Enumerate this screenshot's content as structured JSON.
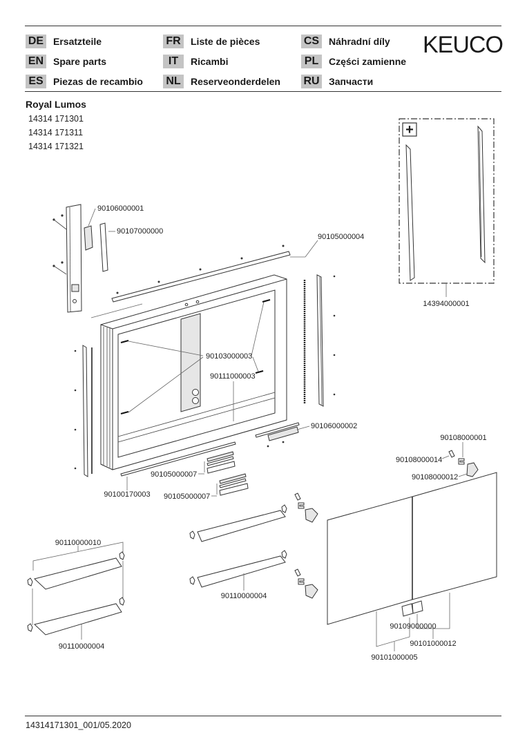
{
  "header": {
    "languages": [
      {
        "code": "DE",
        "label": "Ersatzteile"
      },
      {
        "code": "EN",
        "label": "Spare parts"
      },
      {
        "code": "ES",
        "label": "Piezas de recambio"
      },
      {
        "code": "FR",
        "label": "Liste de pièces"
      },
      {
        "code": "IT",
        "label": "Ricambi"
      },
      {
        "code": "NL",
        "label": "Reserveonderdelen"
      },
      {
        "code": "CS",
        "label": "Náhradní díly"
      },
      {
        "code": "PL",
        "label": "Części zamienne"
      },
      {
        "code": "RU",
        "label": "Запчасти"
      }
    ],
    "logo": "KEUCO"
  },
  "product": {
    "title": "Royal Lumos",
    "articles": [
      "14314 171301",
      "14314 171311",
      "14314 171321"
    ]
  },
  "drawing": {
    "option_box_symbol": "+",
    "part_numbers": {
      "light_module": "90106000001",
      "light_cover": "90107000000",
      "profile_strip_right": "90105000004",
      "option_handles": "14394000001",
      "mirror_clips": "90103000003",
      "inner_panel": "90111000003",
      "light_bar_bottom": "90106000002",
      "strip_set_a": "90105000007",
      "strip_set_b": "90105000007",
      "bottom_strip": "90100170003",
      "hinge": "90108000001",
      "hinge_pad": "90108000014",
      "hinge_cup": "90108000012",
      "shelf_set": "90110000010",
      "shelf_left": "90110000004",
      "shelf_middle": "90110000004",
      "door_handle": "90109000000",
      "door_right": "90101000012",
      "door_left": "90101000005"
    }
  },
  "footer": {
    "doc_id": "14314171301_001/05.2020"
  }
}
